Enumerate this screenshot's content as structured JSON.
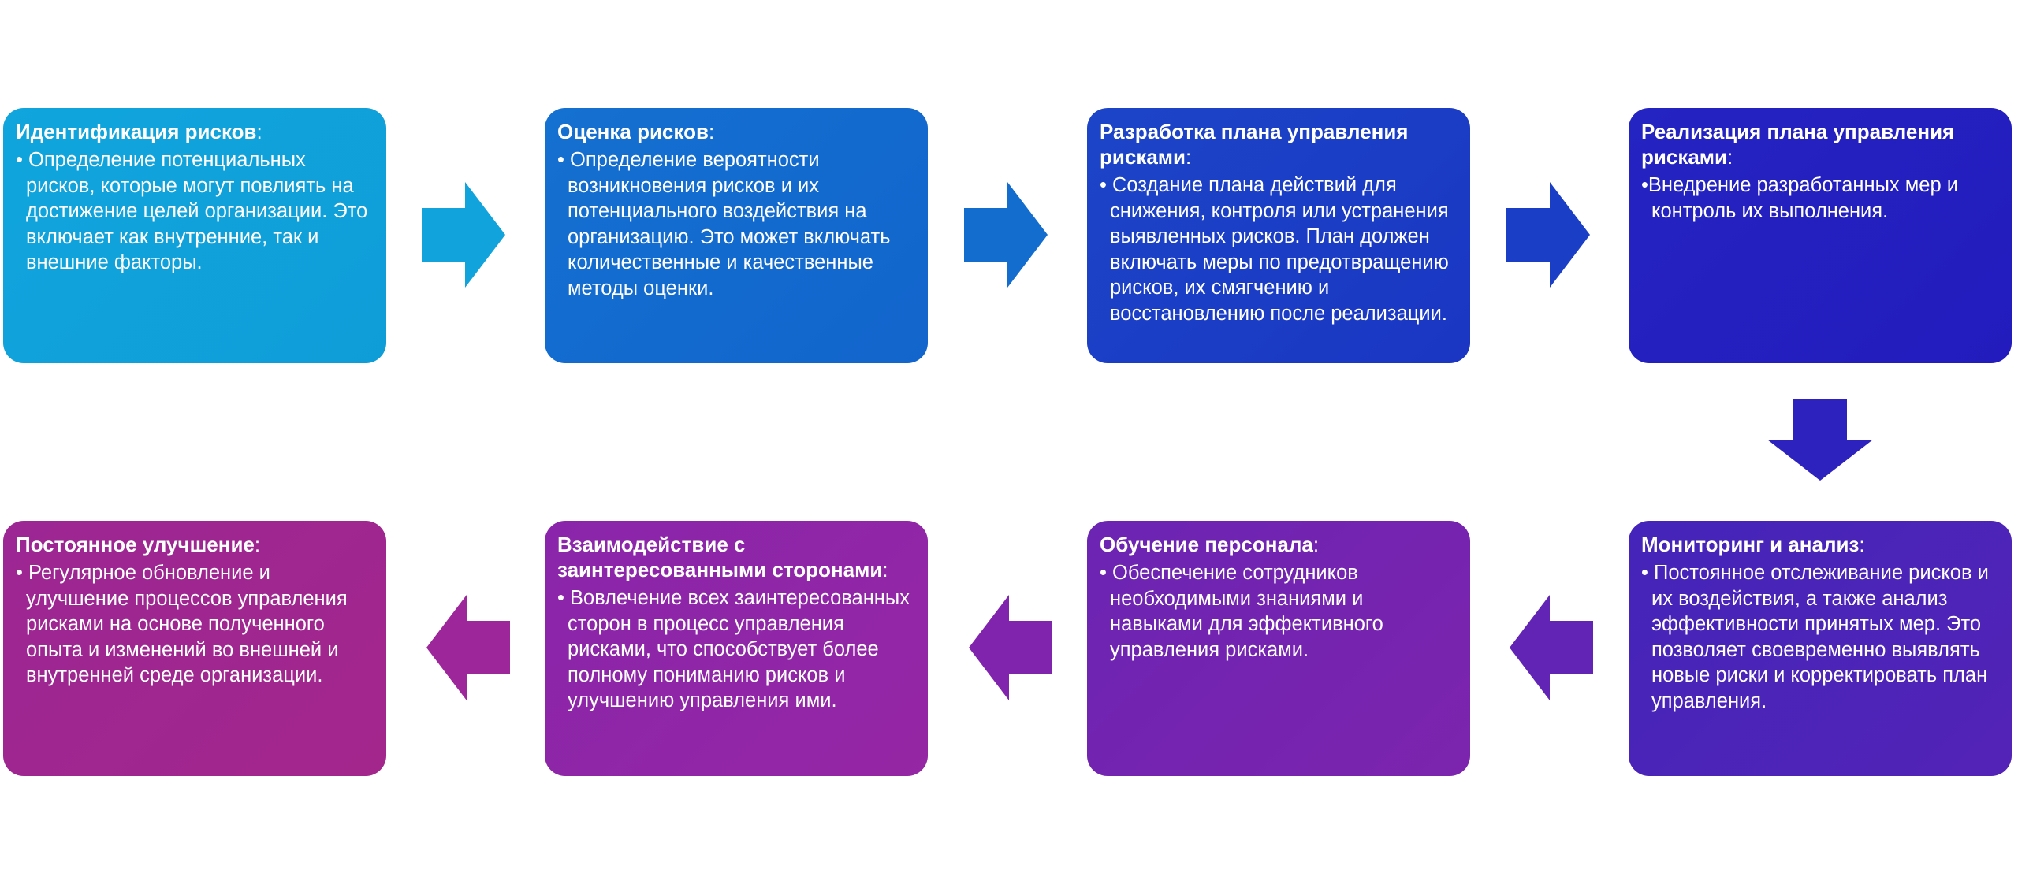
{
  "diagram": {
    "type": "process-flow",
    "steps": [
      {
        "title": "Идентификация рисков",
        "colon": ":",
        "text": "• Определение потенциальных рисков, которые могут повлиять на достижение целей организации. Это включает как внутренние, так и внешние факторы.",
        "color": "#11a3dc"
      },
      {
        "title": "Оценка рисков",
        "colon": ":",
        "text": "• Определение вероятности возникновения рисков и их потенциального воздействия на организацию. Это может включать количественные и качественные методы оценки.",
        "color": "#126dcf"
      },
      {
        "title": "Разработка плана управления рисками",
        "colon": ":",
        "text": "• Создание плана действий для снижения, контроля или устранения выявленных рисков. План должен включать меры по предотвращению рисков, их смягчению и восстановлению после реализации.",
        "color": "#1a3fc6"
      },
      {
        "title": "Реализация плана управления рисками",
        "colon": ":",
        "text": "•Внедрение разработанных мер и контроль их выполнения.",
        "color": "#2320c0"
      },
      {
        "title": "Мониторинг и анализ",
        "colon": ":",
        "text": "• Постоянное отслеживание рисков и их воздействия, а также анализ эффективности принятых мер. Это позволяет своевременно выявлять новые риски и корректировать план управления.",
        "color": "#4a22b8"
      },
      {
        "title": "Обучение персонала",
        "colon": ":",
        "text": "• Обеспечение сотрудников необходимыми знаниями и навыками для эффективного управления рисками.",
        "color": "#7423b0"
      },
      {
        "title": "Взаимодействие с заинтересованными сторонами",
        "colon": ":",
        "text": "• Вовлечение всех заинтересованных сторон в процесс управления рисками, что способствует более полному пониманию рисков и улучшению управления ими.",
        "color": "#8f25a8"
      },
      {
        "title": "Постоянное улучшение",
        "colon": ":",
        "text": "• Регулярное обновление и улучшение процессов управления рисками на основе полученного опыта и изменений во внешней и внутренней среде организации.",
        "color": "#a02690"
      }
    ],
    "arrows": [
      {
        "direction": "right",
        "color": "#11a3dc"
      },
      {
        "direction": "right",
        "color": "#126dcf"
      },
      {
        "direction": "right",
        "color": "#1a3fc6"
      },
      {
        "direction": "down",
        "color": "#2e22be"
      },
      {
        "direction": "left",
        "color": "#6224b4"
      },
      {
        "direction": "left",
        "color": "#8024ad"
      },
      {
        "direction": "left",
        "color": "#9d269b"
      }
    ]
  }
}
